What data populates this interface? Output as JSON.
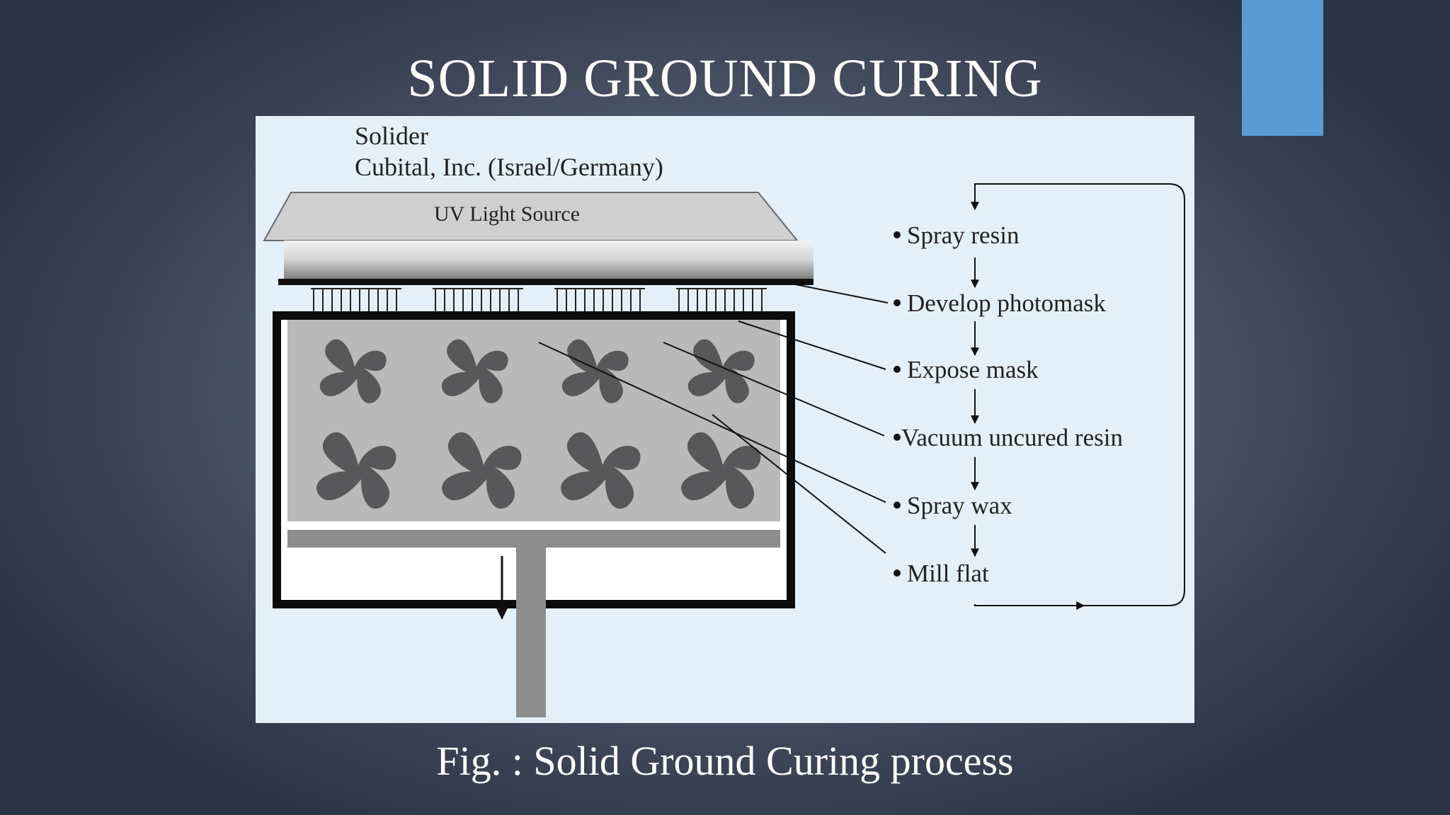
{
  "slide": {
    "title": "SOLID GROUND CURING",
    "caption": "Fig. : Solid Ground Curing process",
    "accent_color": "#5b9bd5"
  },
  "diagram": {
    "company_line1": "Solider",
    "company_line2": "Cubital, Inc. (Israel/Germany)",
    "uv_label": "UV Light Source",
    "steps": [
      "Spray resin",
      "Develop photomask",
      "Expose mask",
      "Vacuum uncured resin",
      "Spray wax",
      "Mill flat"
    ]
  }
}
